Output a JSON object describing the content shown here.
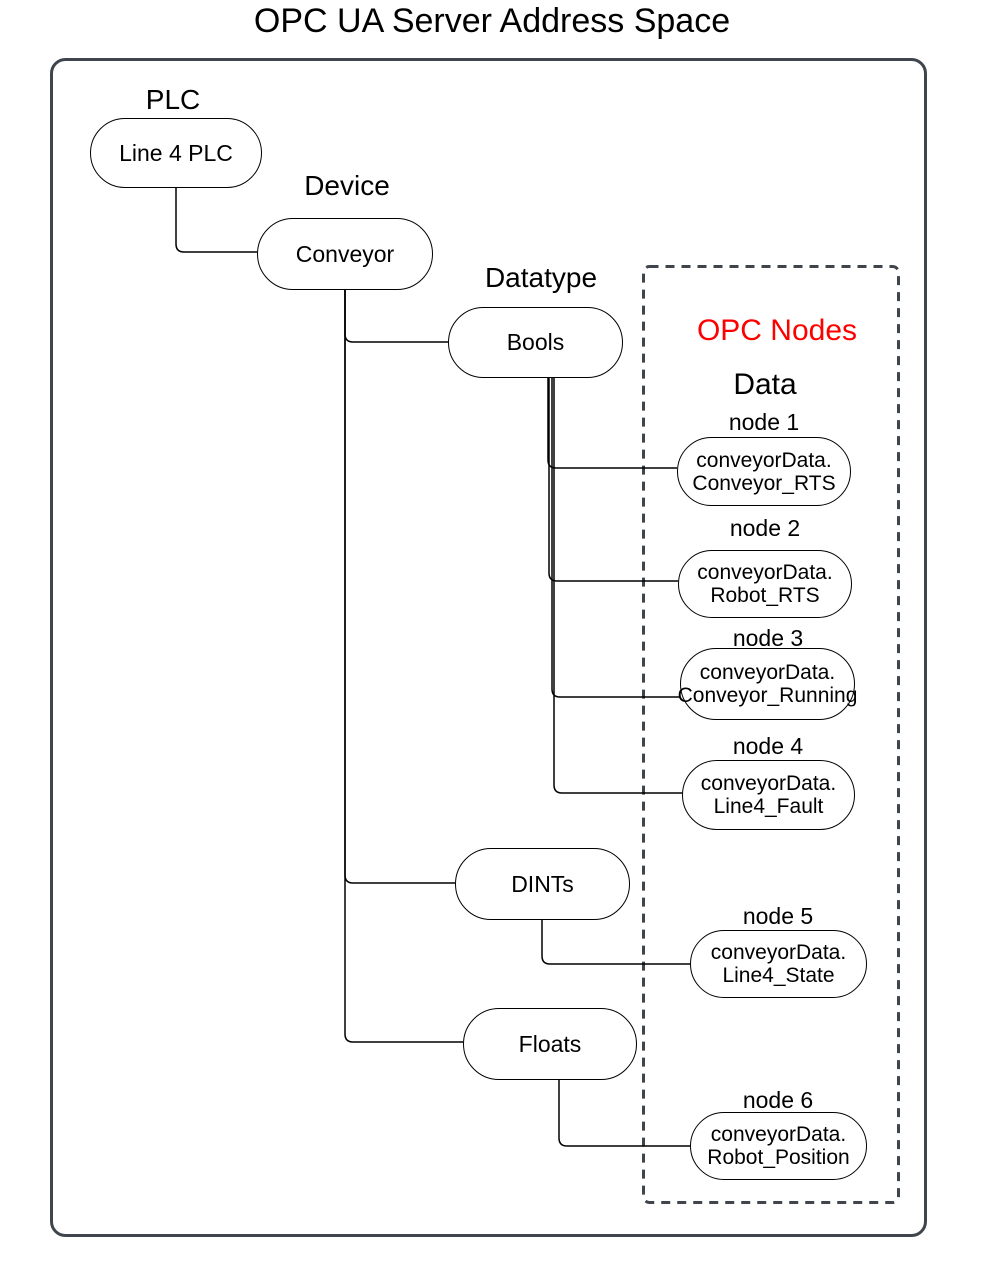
{
  "title": "OPC UA Server Address Space",
  "colors": {
    "frame_border": "#3E454C",
    "opc_nodes_accent": "#FF0000",
    "node_stroke": "#000000",
    "background": "#FFFFFF"
  },
  "labels": {
    "plc": "PLC",
    "device": "Device",
    "datatype": "Datatype",
    "opc_nodes": "OPC Nodes",
    "data": "Data"
  },
  "tree_nodes": {
    "plc": "Line 4 PLC",
    "device": "Conveyor",
    "datatypes": {
      "bools": "Bools",
      "dints": "DINTs",
      "floats": "Floats"
    }
  },
  "opc_node_items": [
    {
      "label": "node 1",
      "value": "conveyorData.\nConveyor_RTS",
      "parent": "Bools"
    },
    {
      "label": "node 2",
      "value": "conveyorData.\nRobot_RTS",
      "parent": "Bools"
    },
    {
      "label": "node 3",
      "value": "conveyorData.\nConveyor_Running",
      "parent": "Bools"
    },
    {
      "label": "node 4",
      "value": "conveyorData.\nLine4_Fault",
      "parent": "Bools"
    },
    {
      "label": "node 5",
      "value": "conveyorData.\nLine4_State",
      "parent": "DINTs"
    },
    {
      "label": "node 6",
      "value": "conveyorData.\nRobot_Position",
      "parent": "Floats"
    }
  ]
}
